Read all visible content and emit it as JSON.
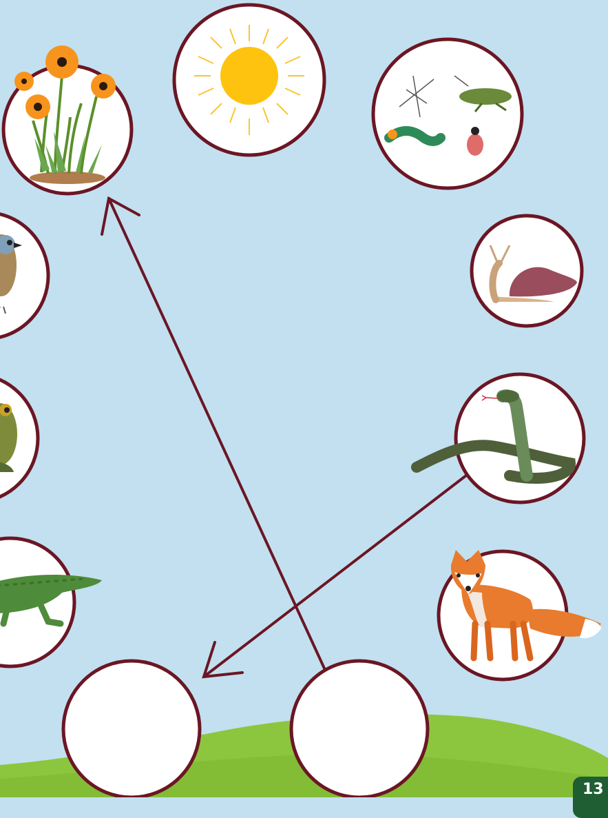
{
  "page_number": "13",
  "colors": {
    "background": "#c2e0f0",
    "circle_outline": "#6b1624",
    "arrow": "#6b1624",
    "grass": "#8cc63f",
    "page_badge": "#1f5e33"
  },
  "nodes": [
    {
      "name": "plants",
      "icon": "flowers-icon"
    },
    {
      "name": "sun",
      "icon": "sun-icon"
    },
    {
      "name": "insects",
      "icon": "insects-icon"
    },
    {
      "name": "bird",
      "icon": "bird-icon"
    },
    {
      "name": "snail",
      "icon": "snail-icon"
    },
    {
      "name": "frog",
      "icon": "frog-icon"
    },
    {
      "name": "snake",
      "icon": "snake-icon"
    },
    {
      "name": "crocodile",
      "icon": "crocodile-icon"
    },
    {
      "name": "fox",
      "icon": "fox-icon"
    },
    {
      "name": "blank-left",
      "icon": ""
    },
    {
      "name": "blank-right",
      "icon": ""
    }
  ],
  "arrows": [
    {
      "from": "blank-right",
      "to": "plants"
    },
    {
      "from": "snake",
      "to": "blank-left"
    }
  ]
}
